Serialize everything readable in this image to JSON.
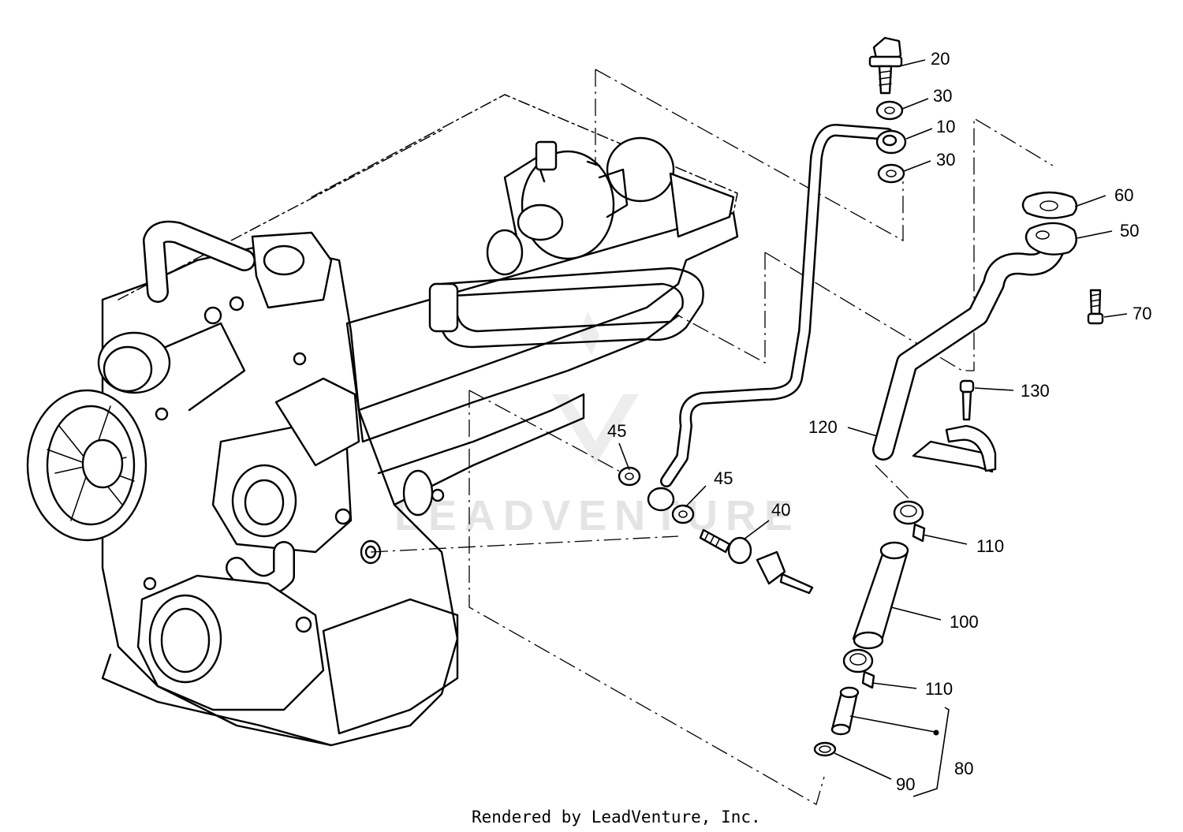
{
  "diagram": {
    "callouts": [
      {
        "id": "c20",
        "label": "20"
      },
      {
        "id": "c30a",
        "label": "30"
      },
      {
        "id": "c10",
        "label": "10"
      },
      {
        "id": "c30b",
        "label": "30"
      },
      {
        "id": "c60",
        "label": "60"
      },
      {
        "id": "c50",
        "label": "50"
      },
      {
        "id": "c70",
        "label": "70"
      },
      {
        "id": "c130",
        "label": "130"
      },
      {
        "id": "c120",
        "label": "120"
      },
      {
        "id": "c45a",
        "label": "45"
      },
      {
        "id": "c45b",
        "label": "45"
      },
      {
        "id": "c40",
        "label": "40"
      },
      {
        "id": "c110a",
        "label": "110"
      },
      {
        "id": "c100",
        "label": "100"
      },
      {
        "id": "c110b",
        "label": "110"
      },
      {
        "id": "c80",
        "label": "80"
      },
      {
        "id": "c90",
        "label": "90"
      }
    ],
    "watermark": "LEADVENTURE",
    "credit": "Rendered by LeadVenture, Inc."
  }
}
